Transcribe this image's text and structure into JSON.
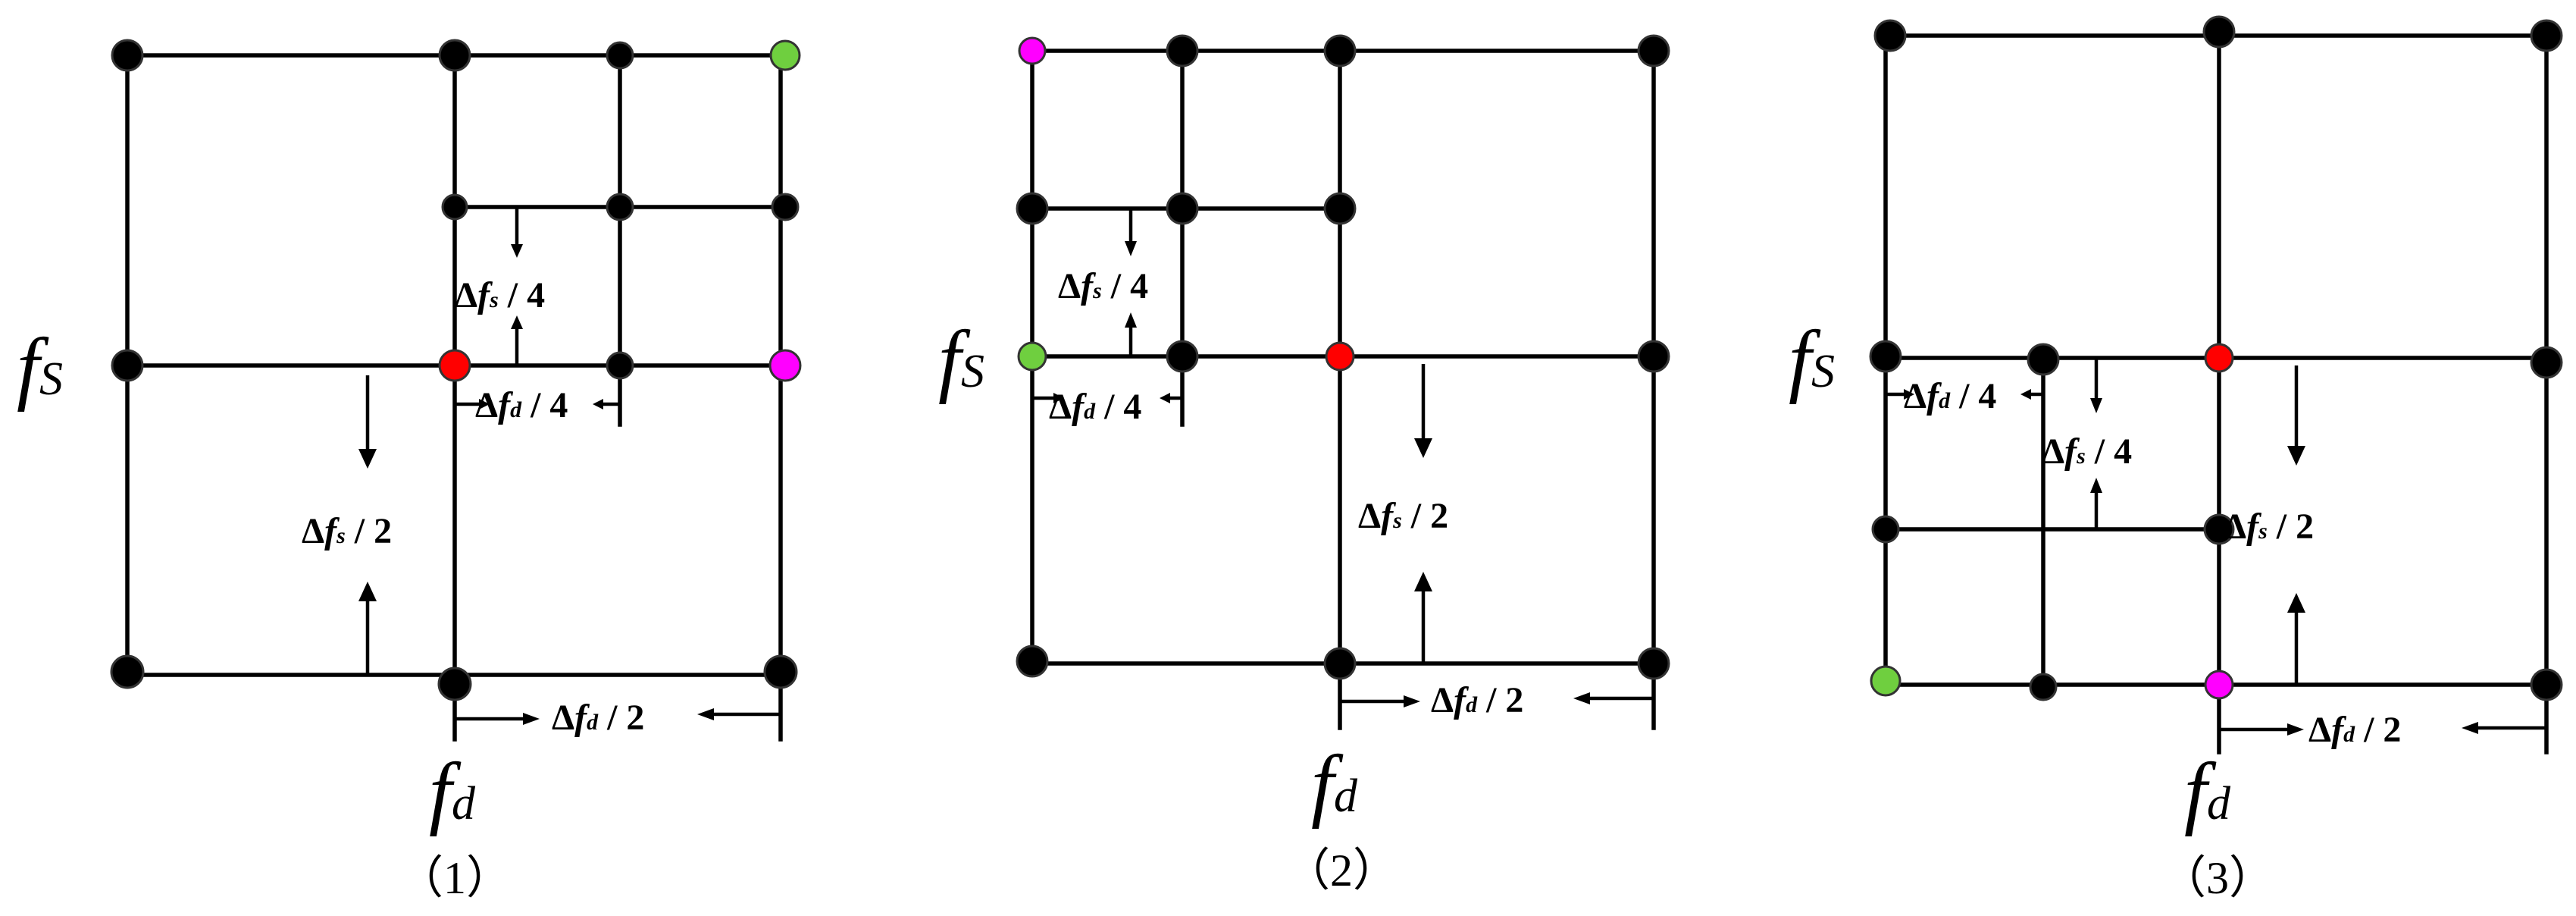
{
  "colors": {
    "line": "#000000",
    "node": "#000000",
    "node_current": "#ff0000",
    "node_green": "#6fcf3f",
    "node_magenta": "#ff00ff"
  },
  "labels": {
    "fs_main": "f",
    "fs_sub": "S",
    "fd_main": "f",
    "fd_sub": "d",
    "delta_fs_half": {
      "delta": "Δ",
      "var": "f",
      "sub": "s",
      "rest": " / 2"
    },
    "delta_fs_quarter": {
      "delta": "Δ",
      "var": "f",
      "sub": "s",
      "rest": " / 4"
    },
    "delta_fd_half": {
      "delta": "Δ",
      "var": "f",
      "sub": "d",
      "rest": " / 2"
    },
    "delta_fd_quarter": {
      "delta": "Δ",
      "var": "f",
      "sub": "d",
      "rest": " / 4"
    }
  },
  "panels": [
    {
      "caption": "（1）"
    },
    {
      "caption": "（2）"
    },
    {
      "caption": "（3）"
    }
  ]
}
